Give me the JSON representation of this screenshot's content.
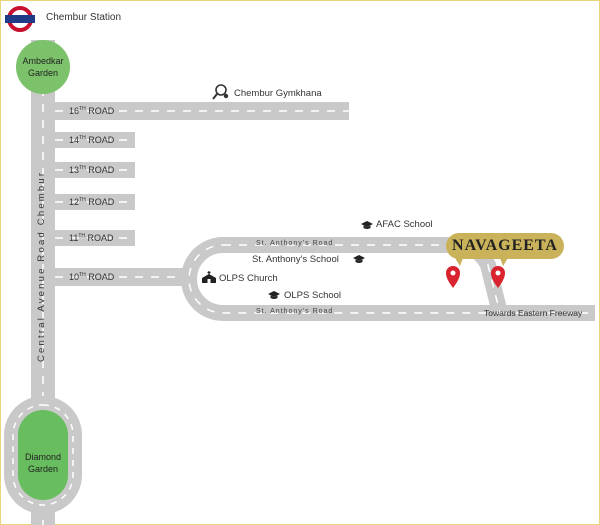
{
  "station": {
    "label": "Chembur Station",
    "icon": "metro-roundel-icon",
    "accent": "#c8102e"
  },
  "gardens": [
    {
      "id": "ambedkar",
      "line1": "Ambedkar",
      "line2": "Garden",
      "color": "#7cc26a"
    },
    {
      "id": "diamond",
      "line1": "Diamond",
      "line2": "Garden",
      "color": "#68be5e"
    }
  ],
  "roads": {
    "main_avenue": "Central Avenue Road Chembur",
    "r16": {
      "num": "16",
      "sup": "TH",
      "name": " ROAD"
    },
    "r14": {
      "num": "14",
      "sup": "TH",
      "name": " ROAD"
    },
    "r13": {
      "num": "13",
      "sup": "TH",
      "name": " ROAD"
    },
    "r12": {
      "num": "12",
      "sup": "TH",
      "name": " ROAD"
    },
    "r11": {
      "num": "11",
      "sup": "TH",
      "name": " ROAD"
    },
    "r10": {
      "num": "10",
      "sup": "TH",
      "name": " ROAD"
    },
    "st_anthony_top": "St. Anthony's Road",
    "st_anthony_bottom": "St. Anthony's Road",
    "eastern_freeway": "Towards Eastern Freeway"
  },
  "pois": {
    "gymkhana": "Chembur Gymkhana",
    "afac": "AFAC School",
    "st_anthony_school": "St. Anthony's School",
    "olps_church": "OLPS Church",
    "olps_school": "OLPS School"
  },
  "project": {
    "name": "NAVAGEETA",
    "badge_color": "#c9b25a",
    "pin_color": "#d9232e"
  },
  "colors": {
    "road": "#c9c9c9",
    "dash": "#ffffff",
    "border": "#e6d77a"
  }
}
